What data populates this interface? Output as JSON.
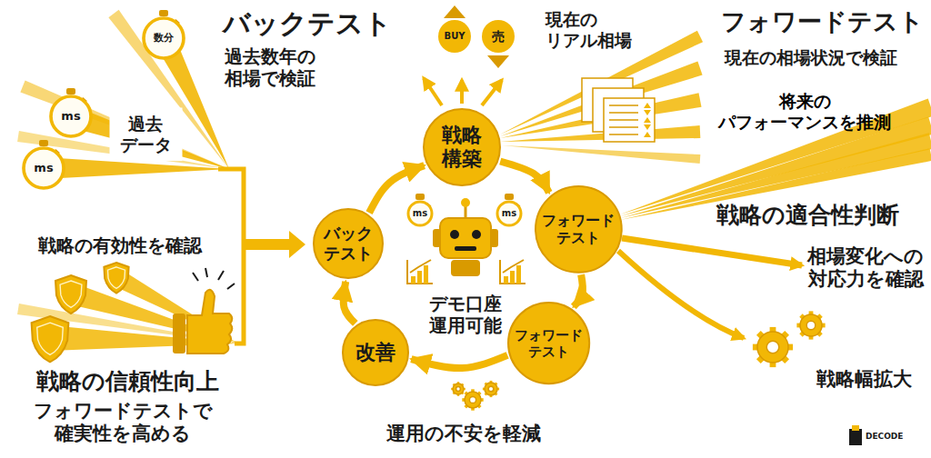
{
  "diagram": {
    "nodes": [
      {
        "text": [
          "戦略 構築"
        ]
      },
      {
        "text": [
          "フォワード テスト"
        ]
      },
      {
        "text": [
          "フォワード テスト"
        ]
      },
      {
        "text": [
          "改善"
        ]
      },
      {
        "text": [
          "バック テスト"
        ]
      },
      {
        "text": [
          "過去 データ"
        ]
      }
    ],
    "edges": [
      {
        "from": 4,
        "to": 0,
        "arrow": "to"
      },
      {
        "from": 0,
        "to": 1,
        "arrow": "to"
      },
      {
        "from": 1,
        "to": 2,
        "arrow": "to"
      },
      {
        "from": 2,
        "to": 3,
        "arrow": "to"
      },
      {
        "from": 3,
        "to": 4,
        "arrow": "to"
      }
    ],
    "labels": [
      "バックテスト",
      "過去数年の 相場で検証",
      "数分",
      "ms",
      "ms",
      "戦略の有効性を確認",
      "戦略の信頼性向上",
      "フォワードテストで 確実性を高める",
      "BUY",
      "売",
      "現在の リアル相場",
      "フォワードテスト",
      "現在の相場状況で検証",
      "将来の パフォーマンスを推測",
      "ms",
      "ms",
      "デモ口座 運用可能",
      "戦略の適合性判断",
      "相場変化への 対応力を確認",
      "戦略幅拡大",
      "運用の不安を軽減",
      "DECODE"
    ]
  }
}
